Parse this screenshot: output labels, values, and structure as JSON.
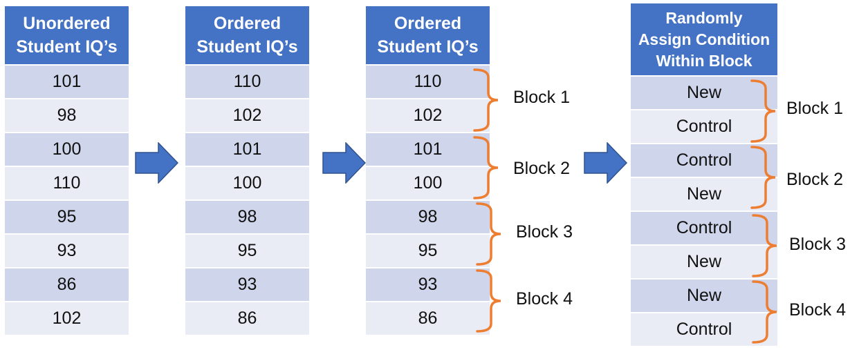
{
  "tables": [
    {
      "id": "unordered",
      "header": [
        "Unordered",
        "Student IQ’s"
      ],
      "rows": [
        "101",
        "98",
        "100",
        "110",
        "95",
        "93",
        "86",
        "102"
      ]
    },
    {
      "id": "ordered",
      "header": [
        "Ordered",
        "Student IQ’s"
      ],
      "rows": [
        "110",
        "102",
        "101",
        "100",
        "98",
        "95",
        "93",
        "86"
      ]
    },
    {
      "id": "ordered-blocked",
      "header": [
        "Ordered",
        "Student IQ’s"
      ],
      "rows": [
        "110",
        "102",
        "101",
        "100",
        "98",
        "95",
        "93",
        "86"
      ]
    },
    {
      "id": "assign",
      "header": [
        "Randomly",
        "Assign Condition",
        "Within Block"
      ],
      "rows": [
        "New",
        "Control",
        "Control",
        "New",
        "Control",
        "New",
        "New",
        "Control"
      ]
    }
  ],
  "blocks": [
    "Block 1",
    "Block 2",
    "Block 3",
    "Block 4"
  ],
  "colors": {
    "header": "#4472C4",
    "row_dark": "#CFD5EA",
    "row_light": "#E9EBF5",
    "arrow": "#4472C4",
    "bracket": "#ED7D31"
  }
}
